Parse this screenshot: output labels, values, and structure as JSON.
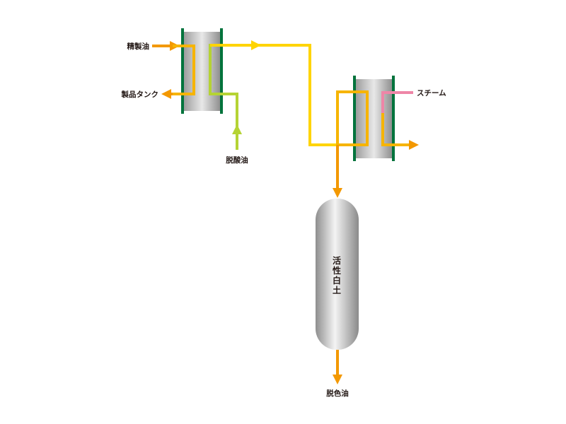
{
  "labels": {
    "refined_oil": "精製油",
    "product_tank": "製品タンク",
    "deacidified_oil": "脱酸油",
    "steam": "スチーム",
    "decolorized_oil": "脱色油",
    "clay_chars": [
      "活",
      "性",
      "白",
      "土"
    ]
  },
  "colors": {
    "oil_orange": "#f39800",
    "oil_yellow": "#ffe100",
    "deacid_green": "#b5d334",
    "steam_pink": "#ee86a7",
    "exchanger_plate": "#00733c",
    "vessel_metal": "#b0b0b0"
  }
}
